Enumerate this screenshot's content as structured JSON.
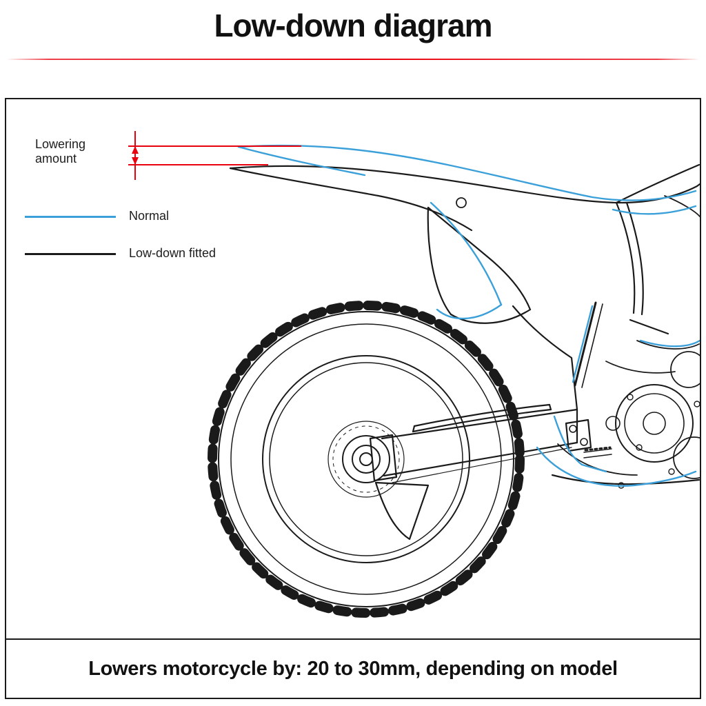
{
  "title": "Low-down diagram",
  "dimension": {
    "label": "Lowering amount"
  },
  "legend": {
    "normal_label": "Normal",
    "lowdown_label": "Low-down fitted"
  },
  "note": "Lowers motorcycle by: 20 to 30mm, depending on model",
  "colors": {
    "red": "#e8000d",
    "blue": "#3ba0d9",
    "black": "#1a1a1a"
  }
}
